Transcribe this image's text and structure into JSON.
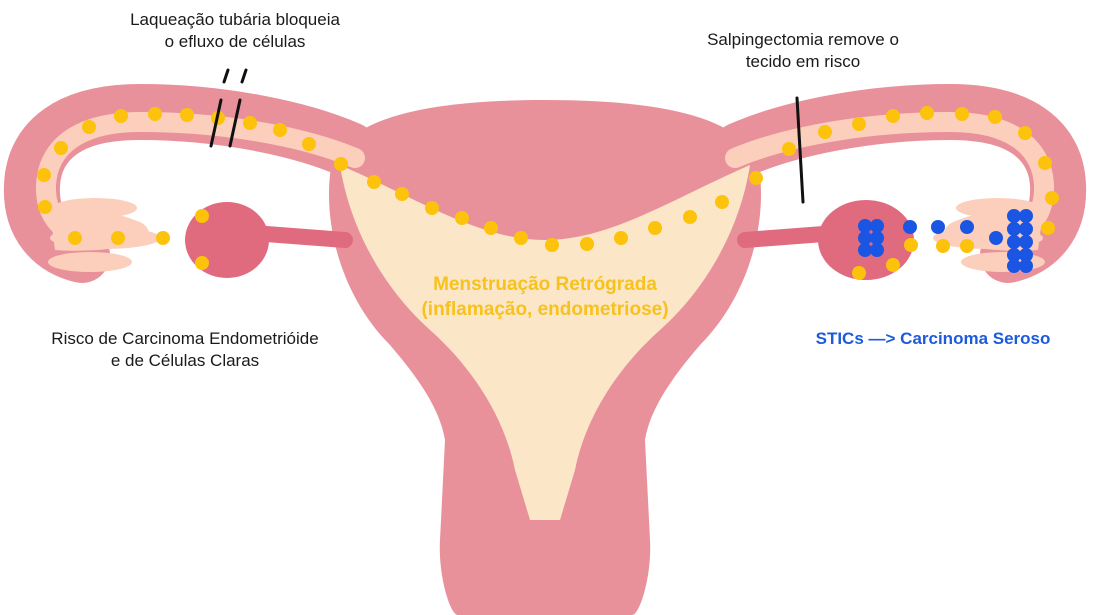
{
  "labels": {
    "tubal_ligation": [
      "Laqueação tubária bloqueia",
      "o efluxo de células"
    ],
    "salpingectomy": [
      "Salpingectomia remove o",
      "tecido em risco"
    ],
    "carcinoma_risk": [
      "Risco de Carcinoma Endometrióide",
      "e de Células Claras"
    ],
    "retrograde_menstruation": [
      "Menstruação Retrógrada",
      "(inflamação, endometriose)"
    ],
    "stics": [
      "STICs —> Carcinoma Seroso"
    ]
  },
  "colors": {
    "uterus_wall": "#e9919b",
    "uterus_dark": "#d96d7c",
    "tube_lumen": "#fbcfbb",
    "cavity": "#fbe6c8",
    "ovary": "#e16b7e",
    "cell_yellow": "#fdc20c",
    "cell_blue": "#1a55e3",
    "text_dark": "#1a1a1a",
    "text_blue": "#1e5bdc",
    "text_yellow": "#f7c21b"
  },
  "icons": [
    "ligation-cut-icon",
    "salpingectomy-cut-icon",
    "retrograde-cell-dot",
    "stic-cell-dot"
  ]
}
